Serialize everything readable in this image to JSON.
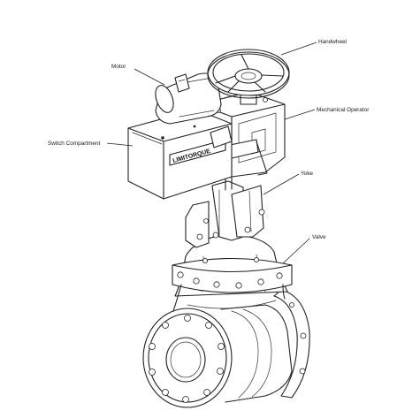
{
  "labels": {
    "handwheel": "Handwheel",
    "motor": "Motor",
    "mechanical_operator": "Mechanical Operator",
    "switch_compartment": "Switch Compartment",
    "yoke": "Yoke",
    "valve": "Valve"
  },
  "logo": "LIMITORQUE"
}
